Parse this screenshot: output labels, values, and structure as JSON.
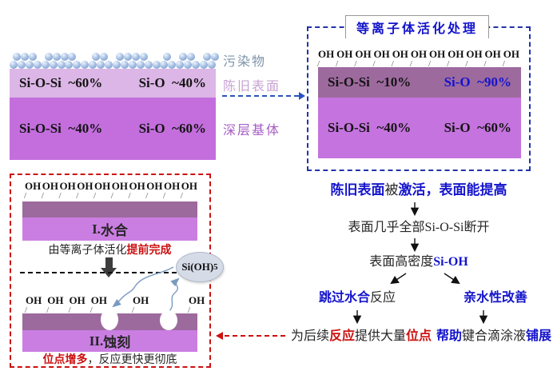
{
  "palette": {
    "blue": "#1414cc",
    "dark": "#262626",
    "red": "#cc1111",
    "gray_blue": "#7d93aa",
    "lavender_label": "#c7a3d2",
    "orchid_label": "#a75cc4",
    "layer_light": "#dcb6e6",
    "layer_mid": "#c46ede",
    "layer_mauve": "#9d6a9e",
    "layer_bright": "#ca7ee2",
    "box_blue": "#2233aa",
    "box_red": "#cc1111",
    "squiggle": "#7a9ac0"
  },
  "aged_box": {
    "contaminant_label": "污染物",
    "surface_label": "陈旧表面",
    "substrate_label": "深层基体",
    "top_layer": {
      "left": "Si-O-Si  ~60%",
      "right": "Si-O  ~40%"
    },
    "bottom_layer": {
      "left": "Si-O-Si  ~40%",
      "right": "Si-O  ~60%"
    }
  },
  "plasma_box": {
    "title": "等离子体活化处理",
    "oh_row": {
      "text": "OH",
      "count": 11
    },
    "top_layer": {
      "left": "Si-O-Si  ~10%",
      "right": "Si-O  ~90%"
    },
    "bottom_layer": {
      "left": "Si-O-Si  ~40%",
      "right": "Si-O  ~60%"
    }
  },
  "mechanism_box": {
    "hydration_oh_row": {
      "text": "OH",
      "count": 10
    },
    "step1_title": [
      {
        "t": "I. ",
        "c": "dark",
        "b": 1,
        "f": 1
      },
      {
        "t": "水合",
        "c": "dark",
        "b": 1
      }
    ],
    "step1_caption": [
      {
        "t": "由等离子体活化",
        "c": "dark"
      },
      {
        "t": "提前完成",
        "c": "red",
        "b": 1
      }
    ],
    "molecule": {
      "formula": "Si(OH)",
      "subscript": "5"
    },
    "etch_oh_groups": [
      {
        "text": "OH",
        "count": 4
      },
      {
        "text": "OH",
        "count": 1
      },
      {
        "text": "OH",
        "count": 1
      }
    ],
    "step2_title": [
      {
        "t": "II. ",
        "c": "dark",
        "b": 1,
        "f": 1
      },
      {
        "t": "蚀刻",
        "c": "dark",
        "b": 1
      }
    ],
    "step2_caption": [
      {
        "t": "位点增多",
        "c": "red",
        "b": 1
      },
      {
        "t": "，反应更快更彻底",
        "c": "dark"
      }
    ]
  },
  "flow": {
    "step_activated": [
      {
        "t": "陈旧表面",
        "c": "blue",
        "b": 1
      },
      {
        "t": "被",
        "c": "dark"
      },
      {
        "t": "激活，表面能提高",
        "c": "blue",
        "b": 1
      }
    ],
    "step_broken": [
      {
        "t": "表面几乎全部Si-O-Si断开",
        "c": "dark"
      }
    ],
    "step_sioh": [
      {
        "t": "表面高密度",
        "c": "dark"
      },
      {
        "t": "Si-OH",
        "c": "blue",
        "b": 1,
        "f": 1
      }
    ],
    "branch_skip": [
      {
        "t": "跳过水合",
        "c": "blue",
        "b": 1
      },
      {
        "t": "反应",
        "c": "dark"
      }
    ],
    "branch_hydrophilic": [
      {
        "t": "亲水性改善",
        "c": "blue",
        "b": 1
      }
    ],
    "result_sites": [
      {
        "t": "为后续",
        "c": "dark"
      },
      {
        "t": "反应",
        "c": "red",
        "b": 1
      },
      {
        "t": "提供大量",
        "c": "dark"
      },
      {
        "t": "位点",
        "c": "red",
        "b": 1
      }
    ],
    "result_spread": [
      {
        "t": "帮助",
        "c": "blue",
        "b": 1
      },
      {
        "t": "键合滴涂液",
        "c": "dark"
      },
      {
        "t": "铺展",
        "c": "blue",
        "b": 1
      }
    ]
  }
}
